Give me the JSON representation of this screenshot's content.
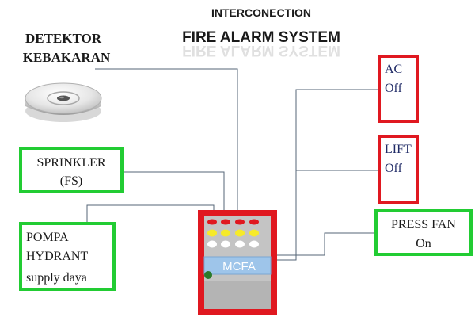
{
  "header": {
    "line1": "INTERCONECTION",
    "line2": "FIRE ALARM SYSTEM"
  },
  "detector": {
    "label_line1": "DETEKTOR",
    "label_line2": "KEBAKARAN",
    "icon": "smoke-detector-icon"
  },
  "sprinkler": {
    "line1": "SPRINKLER",
    "line2": "(FS)"
  },
  "pump": {
    "line1": "POMPA",
    "line2": "HYDRANT",
    "line3": "supply daya"
  },
  "panel": {
    "label": "MCFA",
    "icon": "control-panel-icon"
  },
  "outputs": {
    "ac": {
      "line1": "AC",
      "line2": "Off"
    },
    "lift": {
      "line1": "LIFT",
      "line2": "Off"
    },
    "press_fan": {
      "line1": "PRESS FAN",
      "line2": "On"
    }
  },
  "colors": {
    "green_border": "#22cc33",
    "red_border": "#e01820",
    "wire": "#556677",
    "panel_body": "#bdbdbd",
    "lcd": "#9ec5ea",
    "text_dark": "#1a1a1a",
    "text_navy": "#1f2a66"
  }
}
